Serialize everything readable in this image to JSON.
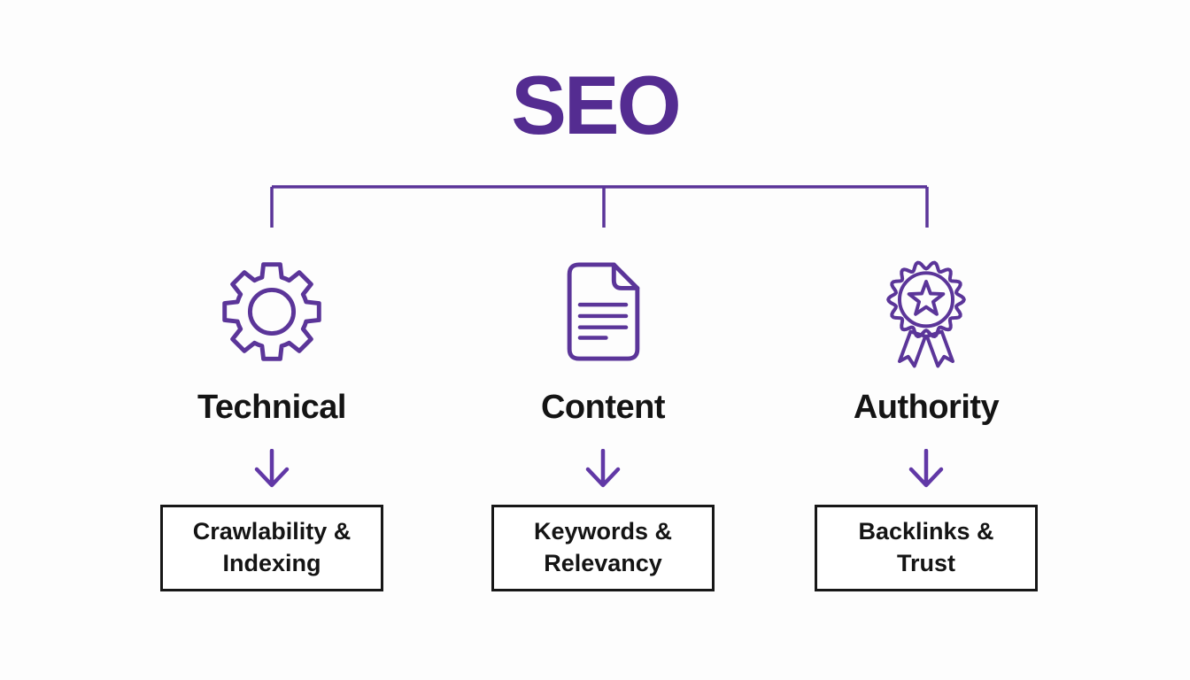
{
  "title": "SEO",
  "colors": {
    "title_purple": "#542c91",
    "line_purple": "#5b3599",
    "arrow_purple": "#6138a6",
    "text_black": "#141414",
    "box_border": "#171717",
    "background": "#fdfdfd"
  },
  "branches": [
    {
      "label": "Technical",
      "icon": "gear-icon",
      "box_line1": "Crawlability &",
      "box_line2": "Indexing"
    },
    {
      "label": "Content",
      "icon": "document-icon",
      "box_line1": "Keywords &",
      "box_line2": "Relevancy"
    },
    {
      "label": "Authority",
      "icon": "award-badge-icon",
      "box_line1": "Backlinks &",
      "box_line2": "Trust"
    }
  ]
}
